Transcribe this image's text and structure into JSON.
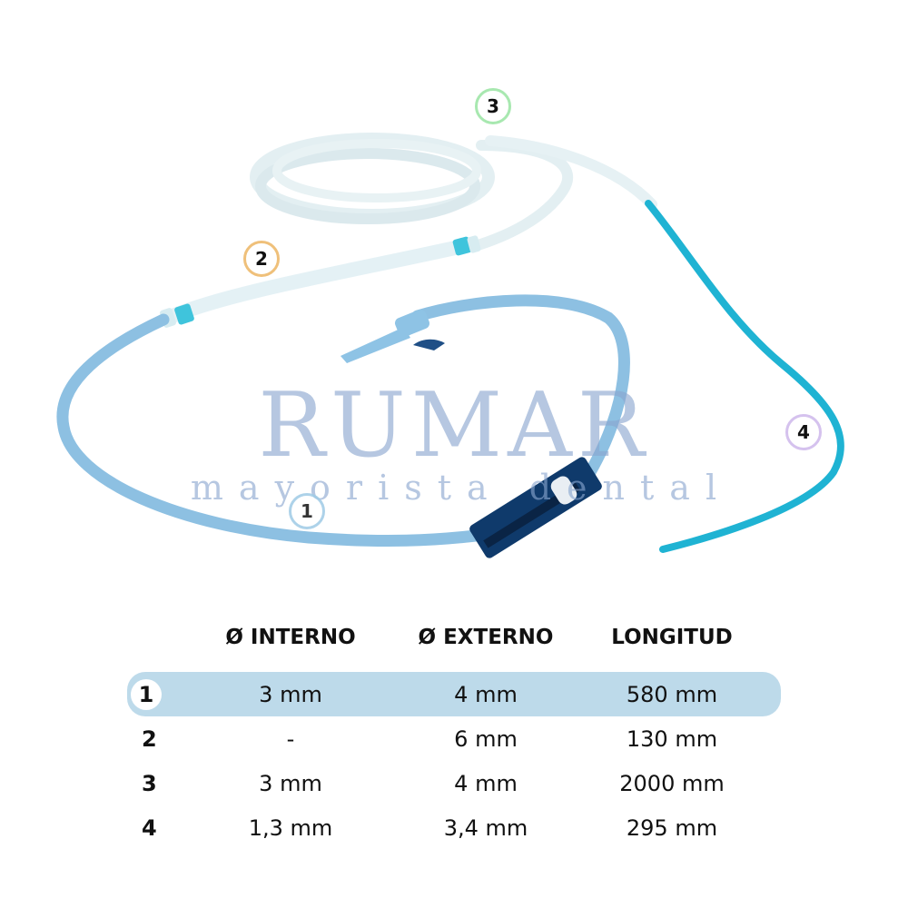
{
  "watermark": {
    "brand": "RUMAR",
    "tagline": "mayorista dental"
  },
  "callouts": [
    {
      "id": "1",
      "label": "1",
      "color": "#9fcbe6"
    },
    {
      "id": "2",
      "label": "2",
      "color": "#efc07a"
    },
    {
      "id": "3",
      "label": "3",
      "color": "#a8e8b0"
    },
    {
      "id": "4",
      "label": "4",
      "color": "#d5c2ee"
    }
  ],
  "colors": {
    "tube_1": "#8dc0e2",
    "tube_2": "#e4f1f5",
    "tube_3": "#e6f1f4",
    "tube_4": "#1fb3d3",
    "connector": "#3fc4dc",
    "clamp": "#0f3a6b",
    "highlight_row": "#bddaea"
  },
  "table": {
    "headers": [
      "",
      "Ø INTERNO",
      "Ø EXTERNO",
      "LONGITUD"
    ],
    "rows": [
      {
        "index": "1",
        "interno": "3 mm",
        "externo": "4 mm",
        "longitud": "580 mm",
        "highlighted": true
      },
      {
        "index": "2",
        "interno": "-",
        "externo": "6 mm",
        "longitud": "130 mm",
        "highlighted": false
      },
      {
        "index": "3",
        "interno": "3 mm",
        "externo": "4 mm",
        "longitud": "2000 mm",
        "highlighted": false
      },
      {
        "index": "4",
        "interno": "1,3 mm",
        "externo": "3,4 mm",
        "longitud": "295 mm",
        "highlighted": false
      }
    ]
  }
}
